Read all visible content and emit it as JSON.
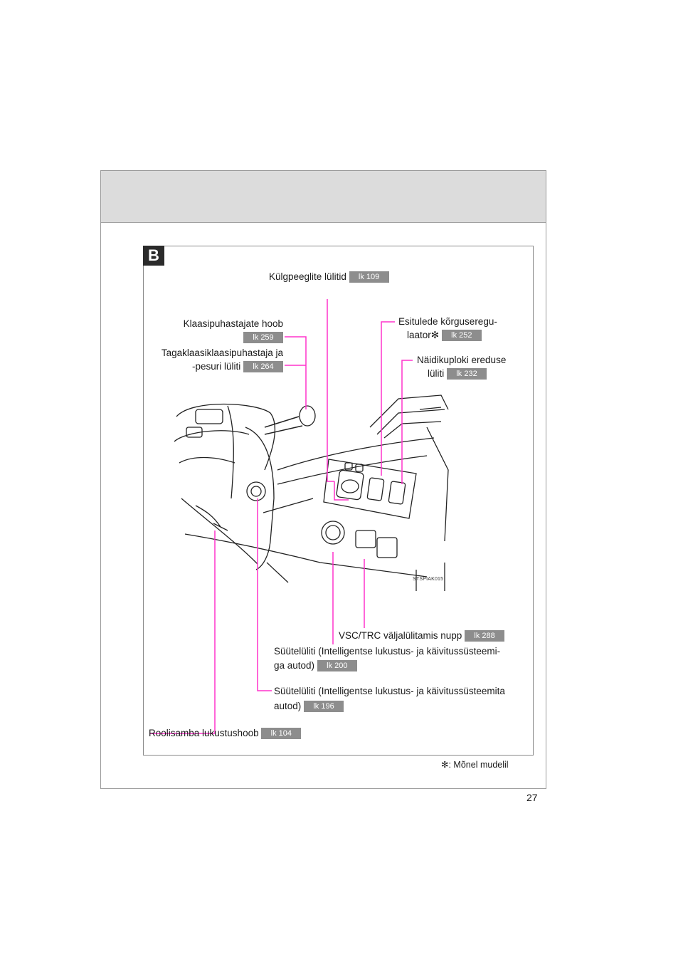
{
  "page": {
    "number": "27",
    "section": "B",
    "figure_code": "STSPIAK015"
  },
  "labels": {
    "mirror": {
      "text": "Külgpeeglite lülitid",
      "ref": "lk 109"
    },
    "wiper": {
      "text": "Klaasipuhastajate hoob",
      "ref": "lk 259"
    },
    "rear_wiper": {
      "line1": "Tagaklaasiklaasipuhastaja ja",
      "line2": "-pesuri lüliti",
      "ref": "lk 264"
    },
    "headlight_level": {
      "line1": "Esitulede kõrguseregu-",
      "line2": "laator",
      "mark": "✻",
      "ref": "lk 252"
    },
    "dim": {
      "line1": "Näidikuploki ereduse",
      "line2": "lüliti",
      "ref": "lk 232"
    },
    "vsc": {
      "text": "VSC/TRC väljalülitamis nupp",
      "ref": "lk 288"
    },
    "ign_smart": {
      "line1": "Süütelüliti (Intelligentse lukustus- ja käivitussüsteemi-",
      "line2": "ga autod)",
      "ref": "lk 200"
    },
    "ign_key": {
      "line1": "Süütelüliti (Intelligentse lukustus- ja käivitussüsteemita",
      "line2": "autod)",
      "ref": "lk 196"
    },
    "steering_lock": {
      "text": "Roolisamba lukustushoob",
      "ref": "lk 104"
    }
  },
  "footnote": {
    "mark": "✻",
    "text": ": Mõnel mudelil"
  },
  "colors": {
    "leader": "#ff33cc",
    "ref_badge": "#8d8d8d",
    "header_band": "#dcdcdc"
  }
}
